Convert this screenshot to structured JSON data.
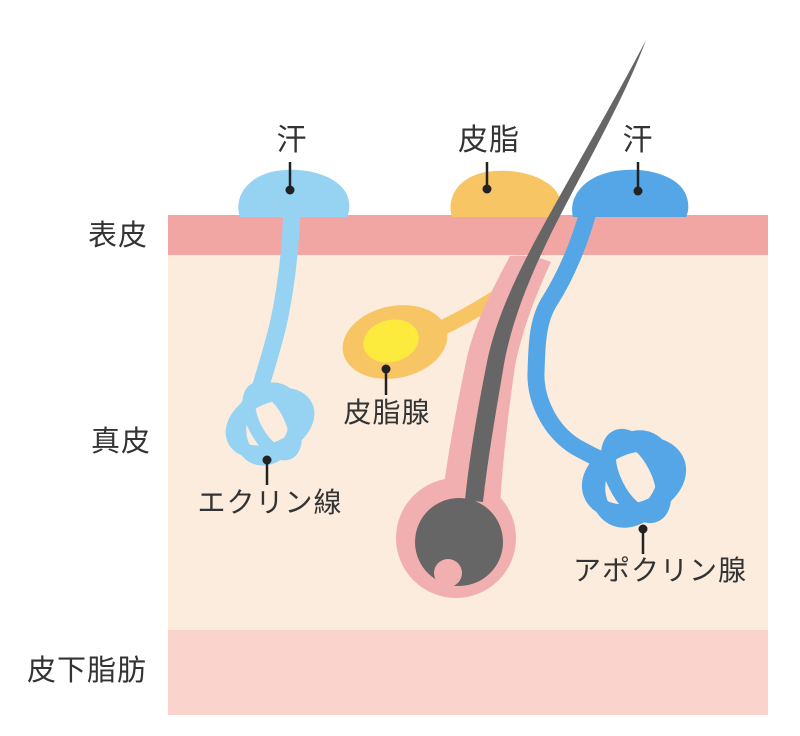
{
  "labels": {
    "epidermis": "表皮",
    "dermis": "真皮",
    "subcutaneous_fat": "皮下脂肪",
    "sweat_left": "汗",
    "sebum": "皮脂",
    "sweat_right": "汗",
    "sebaceous_gland": "皮脂腺",
    "eccrine_gland": "エクリン線",
    "apocrine_gland": "アポクリン腺"
  },
  "colors": {
    "background": "#FFFFFF",
    "epidermis_band": "#F2A6A3",
    "dermis_fill": "#FBECDD",
    "subcutaneous_band": "#F9D3CC",
    "eccrine_blue": "#96D3F3",
    "apocrine_blue": "#55A6E6",
    "sebum_orange": "#F8C564",
    "sebum_yellow": "#FCEB3D",
    "hair_gray": "#666666",
    "follicle_pink": "#F2AFB0",
    "pointer": "#222222",
    "label_text": "#333333"
  }
}
